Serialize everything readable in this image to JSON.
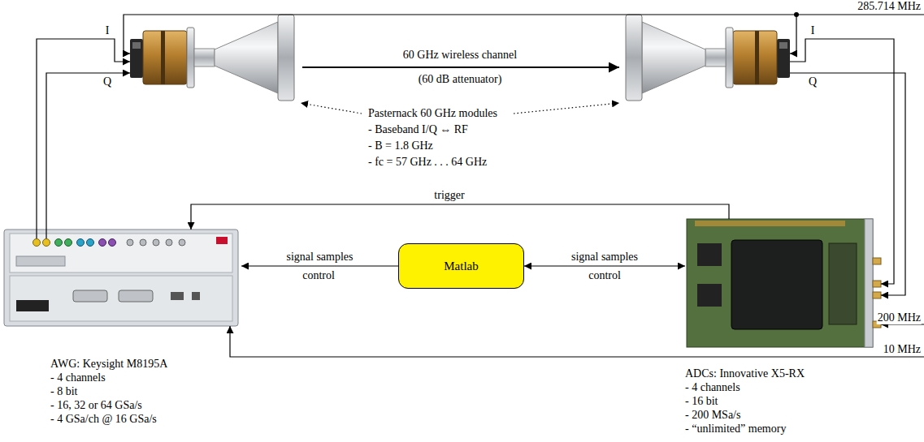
{
  "diagram": {
    "nodes": [
      {
        "text": [
          "AWG: Keysight M8195A",
          "- 4 channels",
          "- 8 bit",
          "- 16, 32 or 64 GSa/s",
          "- 4 GSa/ch @ 16 GSa/s"
        ]
      },
      {
        "text": [
          "Matlab"
        ]
      },
      {
        "text": [
          "ADCs: Innovative X5-RX",
          "- 4 channels",
          "- 16 bit",
          "- 200 MSa/s",
          "- “unlimited” memory"
        ]
      }
    ],
    "edges": [
      {
        "from": 1,
        "to": 0,
        "arrow": "to",
        "label": "signal samples"
      },
      {
        "from": 1,
        "to": 2,
        "arrow": "both",
        "label": "signal samples"
      },
      {
        "from": 2,
        "to": 0,
        "arrow": "to",
        "label": "trigger"
      }
    ],
    "labels": [
      "285.714 MHz",
      "I",
      "Q",
      "60 GHz wireless channel",
      "(60 dB attenuator)",
      "I",
      "Q",
      "Pasternack 60 GHz modules",
      "- Baseband I/Q ⇔ RF",
      "- B = 1.8 GHz",
      "- fc = 57 GHz . . . 64 GHz",
      "control",
      "control",
      "200 MHz",
      "10 MHz"
    ]
  }
}
